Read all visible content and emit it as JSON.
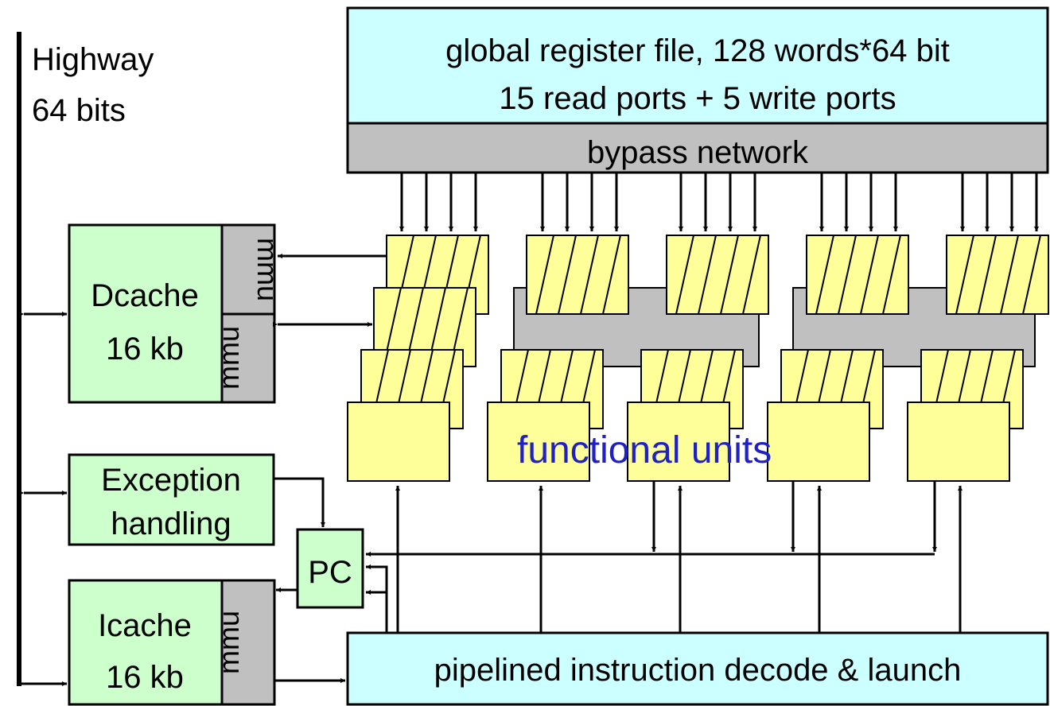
{
  "highway": {
    "line1": "Highway",
    "line2": "64 bits"
  },
  "register_file": {
    "line1": "global register file, 128 words*64 bit",
    "line2": "15 read ports + 5 write ports"
  },
  "bypass": {
    "label": "bypass network"
  },
  "dcache": {
    "line1": "Dcache",
    "line2": "16 kb",
    "mmu_top": "mmu",
    "mmu_bottom": "mmu"
  },
  "exception": {
    "line1": "Exception",
    "line2": "handling"
  },
  "pc": {
    "label": "PC"
  },
  "icache": {
    "line1": "Icache",
    "line2": "16 kb",
    "mmu": "mmu"
  },
  "functional_units": {
    "label": "functional units"
  },
  "decode": {
    "label": "pipelined instruction decode & launch"
  },
  "colors": {
    "register_fill": "#ccffff",
    "cache_fill": "#ccffcc",
    "unit_fill": "#ffff99",
    "gray_fill": "#c0c0c0",
    "accent_text": "#2020c8"
  }
}
